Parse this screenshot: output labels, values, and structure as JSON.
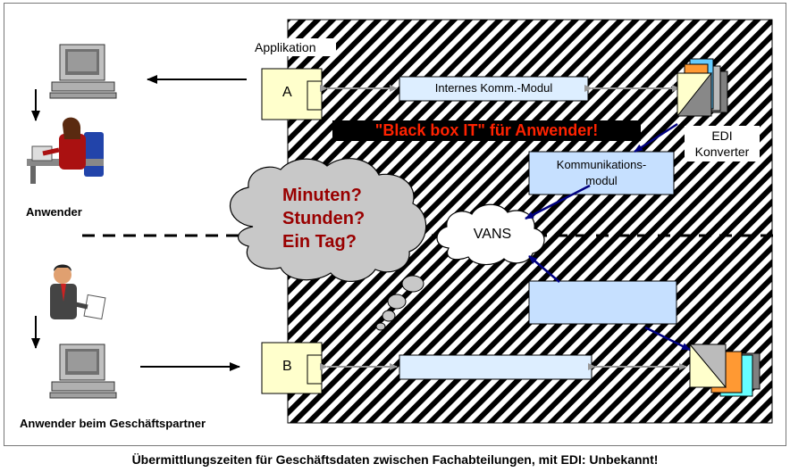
{
  "labels": {
    "applikation": "Applikation",
    "app_a": "A",
    "app_b": "B",
    "internes_modul": "Internes Komm.-Modul",
    "black_box": "\"Black box IT\" für Anwender!",
    "edi_konverter_1": "EDI",
    "edi_konverter_2": "Konverter",
    "komm_modul_1": "Kommunikations-",
    "komm_modul_2": "modul",
    "vans": "VANS",
    "cloud_1": "Minuten?",
    "cloud_2": "Stunden?",
    "cloud_3": "Ein Tag?",
    "anwender": "Anwender",
    "anwender_partner": "Anwender beim Geschäftspartner"
  },
  "caption": "Übermittlungszeiten für Geschäftsdaten zwischen Fachabteilungen, mit EDI: Unbekannt!",
  "colors": {
    "box_fill": "#ffffcc",
    "module_fill": "#ddeeff",
    "module_fill_dark": "#c6e0ff",
    "cloud_fill": "#c8c8c8",
    "cloud_text": "#990000",
    "banner_bg": "#000000",
    "banner_text": "#ff2200",
    "arrow_blue": "#000080",
    "arrow_gray": "#999999",
    "hatch": "#000000"
  }
}
